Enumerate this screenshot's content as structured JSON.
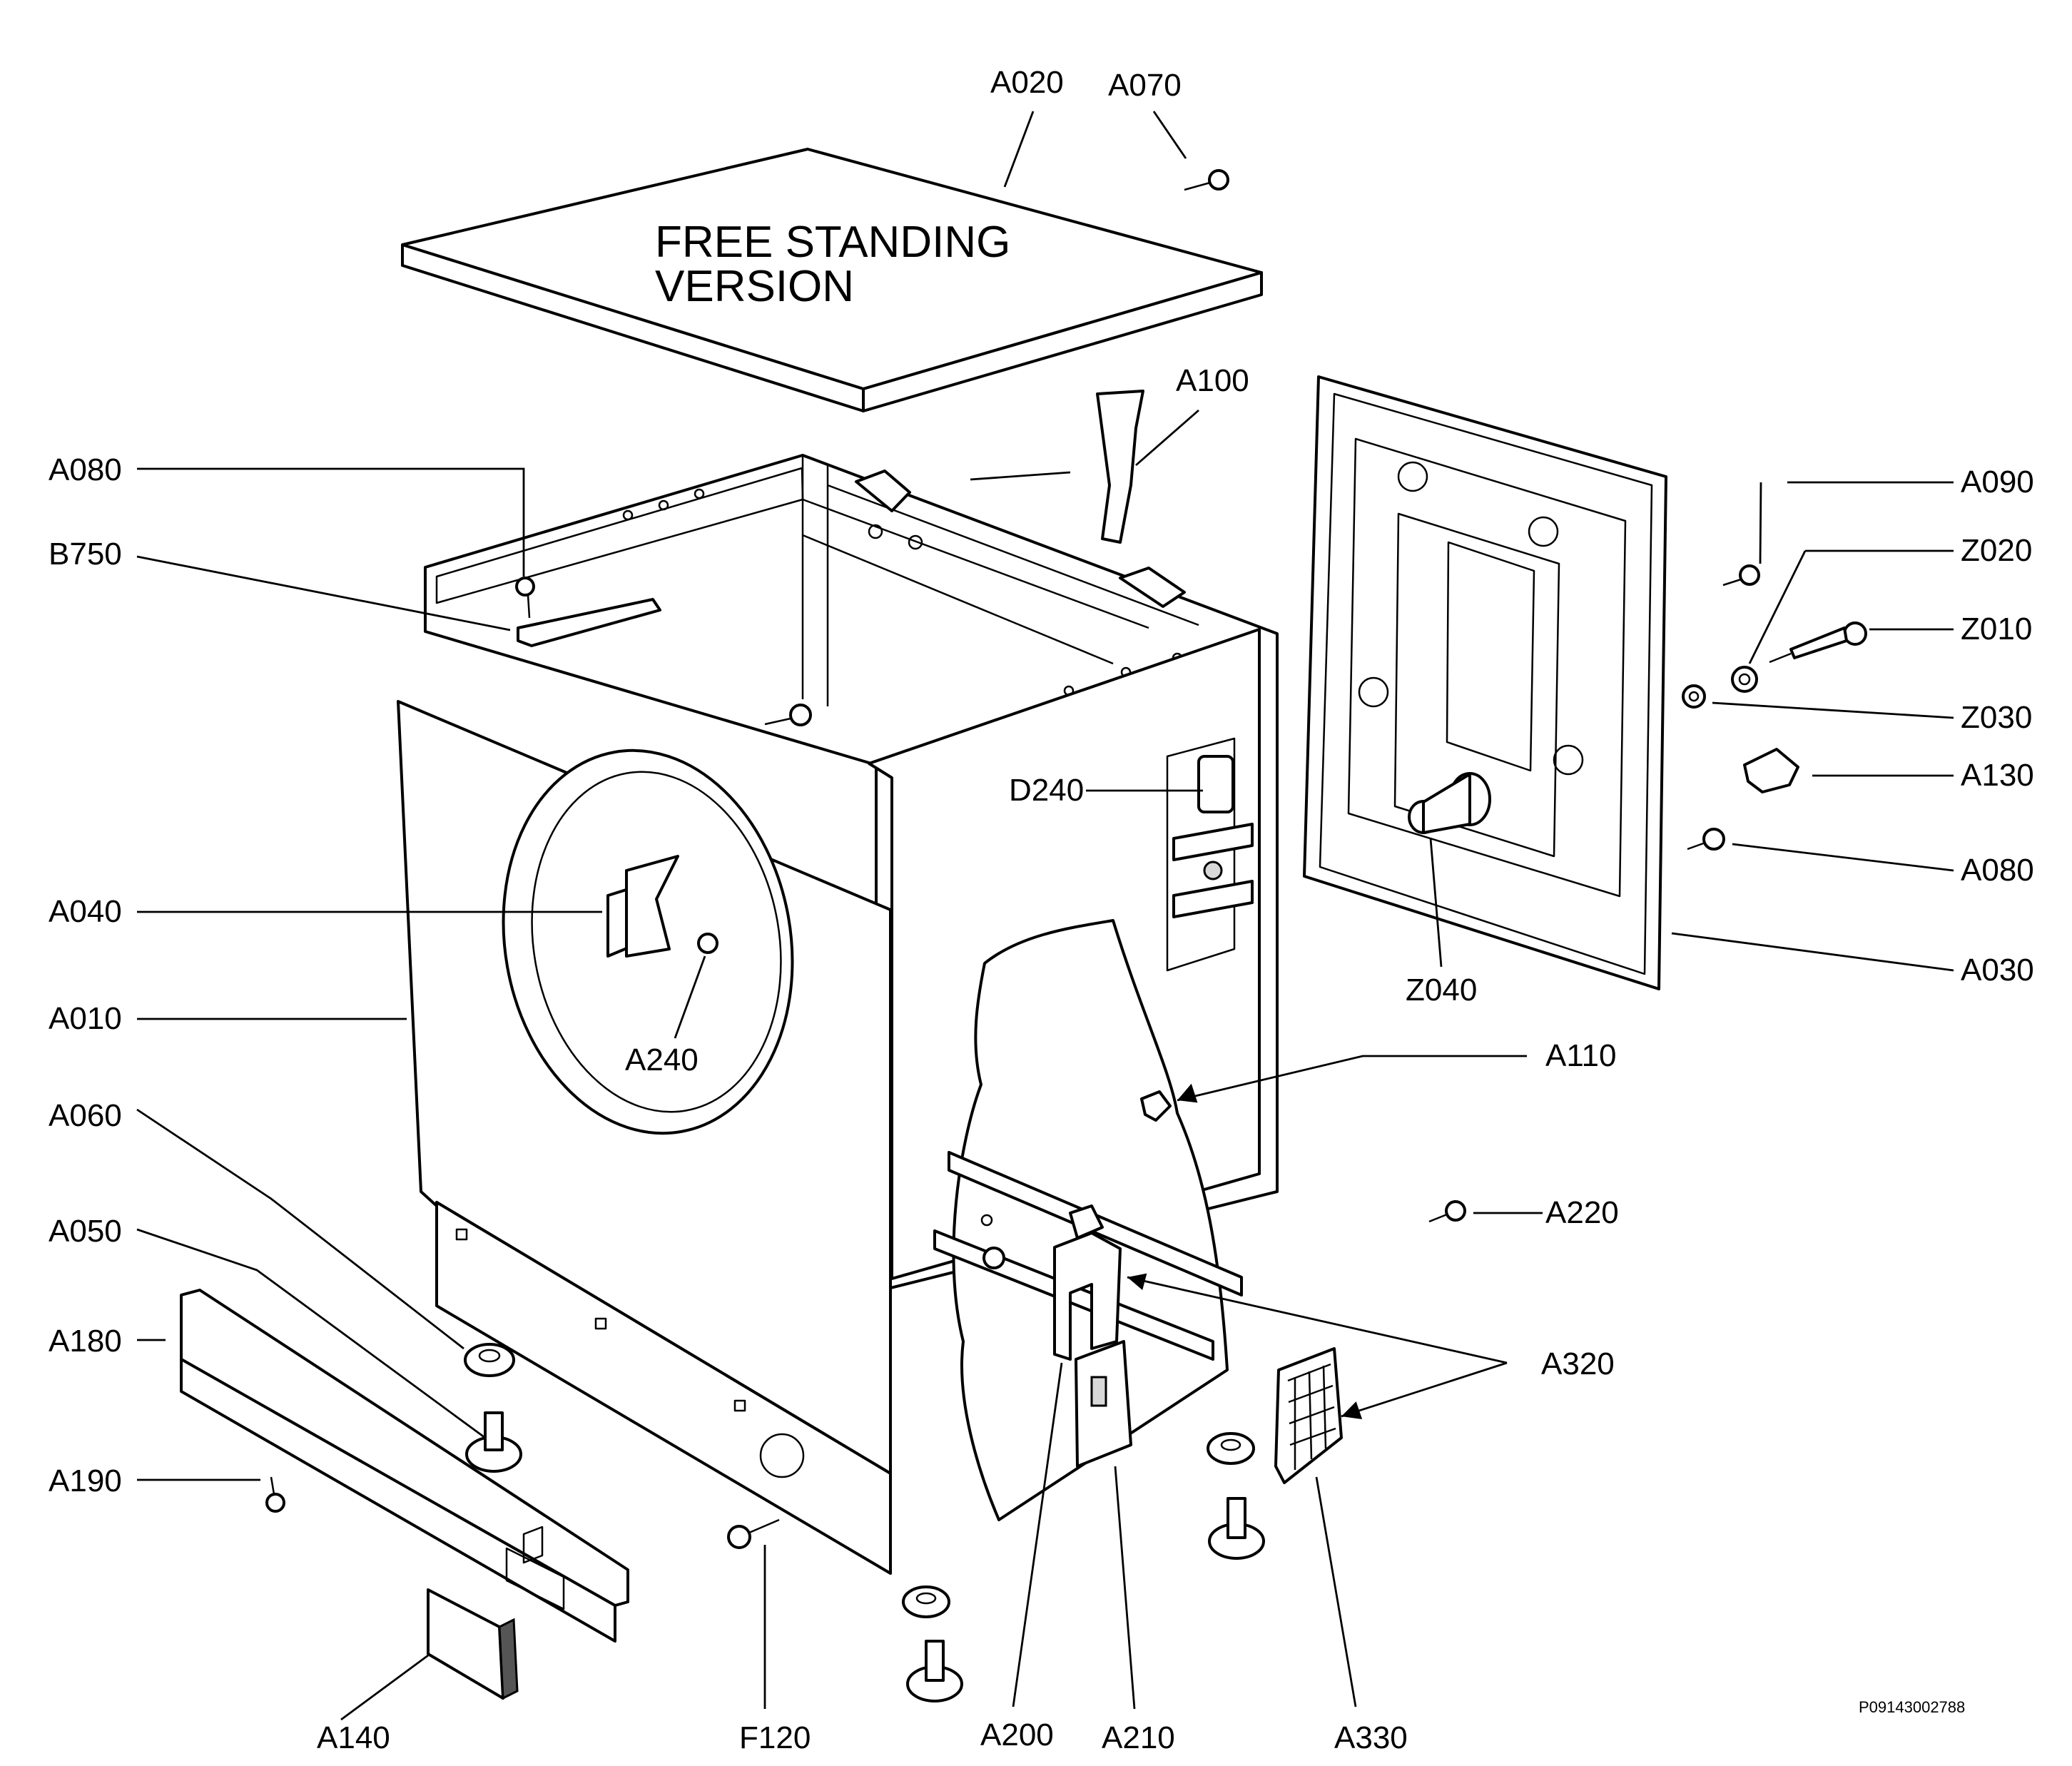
{
  "diagram": {
    "title_lines": [
      "FREE STANDING",
      "VERSION"
    ],
    "drawing_code": "P09143002788",
    "labels": {
      "A020": "A020",
      "A070": "A070",
      "A100": "A100",
      "A080_top": "A080",
      "B750": "B750",
      "A090": "A090",
      "Z020": "Z020",
      "Z010": "Z010",
      "Z030": "Z030",
      "A130": "A130",
      "A080_right": "A080",
      "A030": "A030",
      "D240": "D240",
      "Z040": "Z040",
      "A040": "A040",
      "A010": "A010",
      "A240": "A240",
      "A110": "A110",
      "A060": "A060",
      "A050": "A050",
      "A220": "A220",
      "A180": "A180",
      "A320": "A320",
      "A190": "A190",
      "A140": "A140",
      "F120": "F120",
      "A200": "A200",
      "A210": "A210",
      "A330": "A330"
    }
  }
}
